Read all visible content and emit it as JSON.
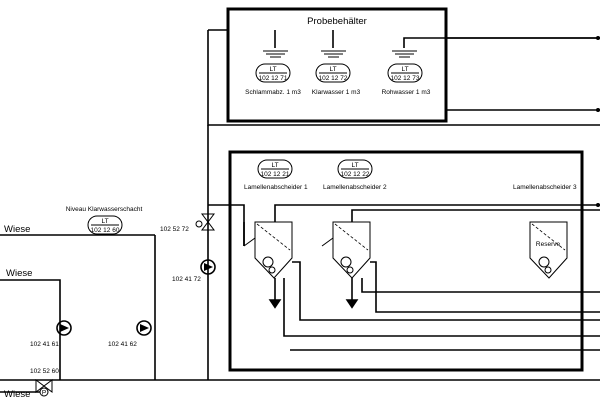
{
  "probe": {
    "title": "Probebehälter",
    "sensors": [
      {
        "tag": "LT",
        "id": "102 12 71",
        "name": "Schlammabz. 1 m3"
      },
      {
        "tag": "LT",
        "id": "102 12 72",
        "name": "Klarwasser 1 m3"
      },
      {
        "tag": "LT",
        "id": "102 12 73",
        "name": "Rohwasser 1 m3"
      }
    ]
  },
  "lamella": {
    "sensors": [
      {
        "tag": "LT",
        "id": "102 12 21"
      },
      {
        "tag": "LT",
        "id": "102 12 22"
      }
    ],
    "names": [
      "Lamellenabscheider 1",
      "Lamellenabscheider 2",
      "Lamellenabscheider 3"
    ],
    "reserve": "Reserve"
  },
  "shaft": {
    "title": "Niveau Klarwasserschacht",
    "tag": "LT",
    "id": "102 12 60"
  },
  "wiese": [
    "Wiese",
    "Wiese",
    "Wiese"
  ],
  "equipment": {
    "valve_top": "102 52 72",
    "pump_mid": "102 41 72",
    "pump_left": "102 41 61",
    "pump_right": "102 41 62",
    "valve_bottom": "102 52 60",
    "p_symbol": "P"
  }
}
